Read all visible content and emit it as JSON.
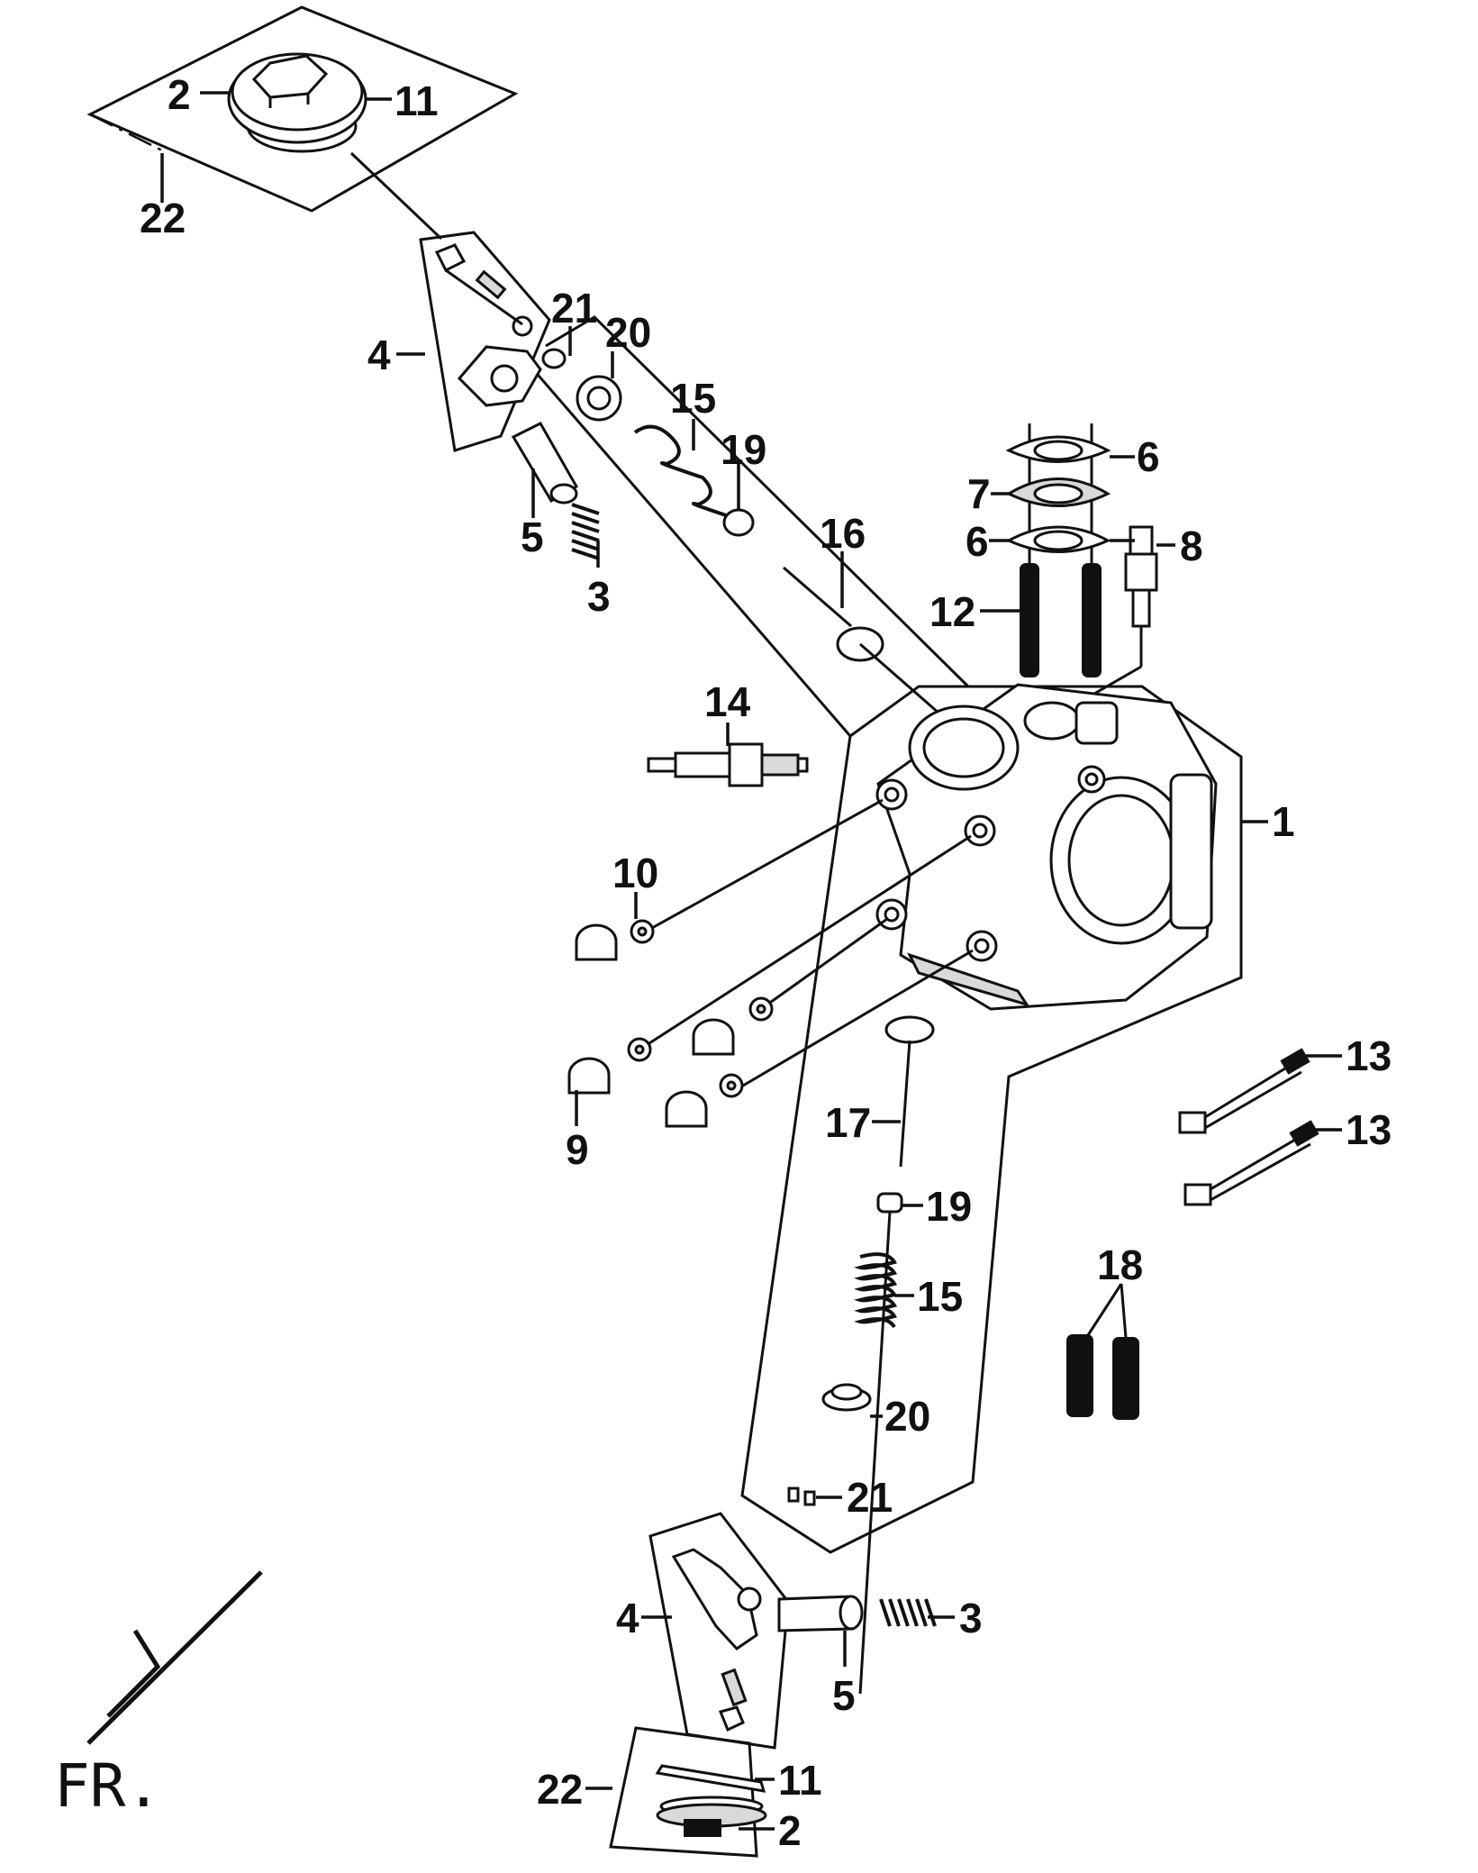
{
  "diagram": {
    "callouts": [
      {
        "id": "c2a",
        "label": "2"
      },
      {
        "id": "c11a",
        "label": "11"
      },
      {
        "id": "c22a",
        "label": "22"
      },
      {
        "id": "c4a",
        "label": "4"
      },
      {
        "id": "c21a",
        "label": "21"
      },
      {
        "id": "c20a",
        "label": "20"
      },
      {
        "id": "c15a",
        "label": "15"
      },
      {
        "id": "c19a",
        "label": "19"
      },
      {
        "id": "c5a",
        "label": "5"
      },
      {
        "id": "c3a",
        "label": "3"
      },
      {
        "id": "c16",
        "label": "16"
      },
      {
        "id": "c6a",
        "label": "6"
      },
      {
        "id": "c7",
        "label": "7"
      },
      {
        "id": "c6b",
        "label": "6"
      },
      {
        "id": "c8",
        "label": "8"
      },
      {
        "id": "c12",
        "label": "12"
      },
      {
        "id": "c14",
        "label": "14"
      },
      {
        "id": "c1",
        "label": "1"
      },
      {
        "id": "c10",
        "label": "10"
      },
      {
        "id": "c9",
        "label": "9"
      },
      {
        "id": "c13a",
        "label": "13"
      },
      {
        "id": "c13b",
        "label": "13"
      },
      {
        "id": "c17",
        "label": "17"
      },
      {
        "id": "c19b",
        "label": "19"
      },
      {
        "id": "c15b",
        "label": "15"
      },
      {
        "id": "c18",
        "label": "18"
      },
      {
        "id": "c20b",
        "label": "20"
      },
      {
        "id": "c21b",
        "label": "21"
      },
      {
        "id": "c4b",
        "label": "4"
      },
      {
        "id": "c3b",
        "label": "3"
      },
      {
        "id": "c5b",
        "label": "5"
      },
      {
        "id": "c11b",
        "label": "11"
      },
      {
        "id": "c22b",
        "label": "22"
      },
      {
        "id": "c2b",
        "label": "2"
      }
    ],
    "front_indicator": "FR."
  }
}
